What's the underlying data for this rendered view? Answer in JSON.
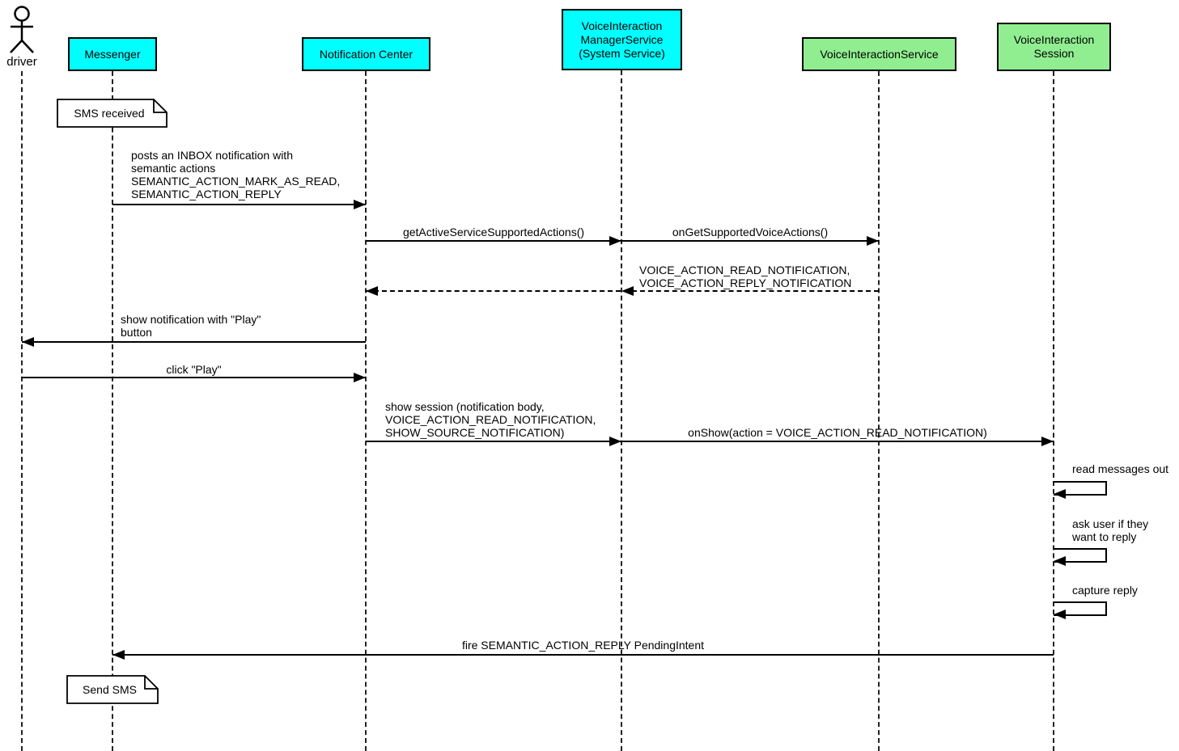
{
  "diagram_type": "uml-sequence-diagram",
  "actor": {
    "label": "driver"
  },
  "participants": [
    {
      "id": "messenger",
      "label": "Messenger",
      "color": "#00FFFF"
    },
    {
      "id": "notification-center",
      "label": "Notification Center",
      "color": "#00FFFF"
    },
    {
      "id": "voice-interaction-manager-service",
      "label": "VoiceInteraction\nManagerService\n(System Service)",
      "color": "#00FFFF"
    },
    {
      "id": "voice-interaction-service",
      "label": "VoiceInteractionService",
      "color": "#90EE90"
    },
    {
      "id": "voice-interaction-session",
      "label": "VoiceInteraction\nSession",
      "color": "#90EE90"
    }
  ],
  "notes": [
    {
      "attached_to": "Messenger",
      "text": "SMS received"
    },
    {
      "attached_to": "Messenger",
      "text": "Send SMS"
    }
  ],
  "messages": [
    {
      "from": "Messenger",
      "to": "Notification Center",
      "line": "solid",
      "text": "posts an INBOX notification with\nsemantic actions\nSEMANTIC_ACTION_MARK_AS_READ,\nSEMANTIC_ACTION_REPLY"
    },
    {
      "from": "Notification Center",
      "to": "VoiceInteractionManagerService",
      "line": "solid",
      "text": "getActiveServiceSupportedActions()"
    },
    {
      "from": "VoiceInteractionManagerService",
      "to": "VoiceInteractionService",
      "line": "solid",
      "text": "onGetSupportedVoiceActions()"
    },
    {
      "from": "VoiceInteractionService",
      "to": "Notification Center",
      "line": "dashed",
      "text": "VOICE_ACTION_READ_NOTIFICATION,\nVOICE_ACTION_REPLY_NOTIFICATION"
    },
    {
      "from": "Notification Center",
      "to": "driver",
      "line": "solid",
      "text": "show notification with \"Play\"\nbutton"
    },
    {
      "from": "driver",
      "to": "Notification Center",
      "line": "solid",
      "text": "click \"Play\""
    },
    {
      "from": "Notification Center",
      "to": "VoiceInteractionManagerService",
      "line": "solid",
      "text": "show session (notification body,\nVOICE_ACTION_READ_NOTIFICATION,\nSHOW_SOURCE_NOTIFICATION)"
    },
    {
      "from": "VoiceInteractionManagerService",
      "to": "VoiceInteractionSession",
      "line": "solid",
      "text": "onShow(action = VOICE_ACTION_READ_NOTIFICATION)"
    },
    {
      "from": "VoiceInteractionSession",
      "to": "VoiceInteractionSession",
      "line": "solid",
      "self": true,
      "text": "read messages out"
    },
    {
      "from": "VoiceInteractionSession",
      "to": "VoiceInteractionSession",
      "line": "solid",
      "self": true,
      "text": "ask user if they\nwant to reply"
    },
    {
      "from": "VoiceInteractionSession",
      "to": "VoiceInteractionSession",
      "line": "solid",
      "self": true,
      "text": "capture reply"
    },
    {
      "from": "VoiceInteractionSession",
      "to": "Messenger",
      "line": "solid",
      "text": "fire SEMANTIC_ACTION_REPLY PendingIntent"
    }
  ],
  "colors": {
    "participant_cyan": "#00FFFF",
    "participant_green": "#90EE90",
    "line": "#000000",
    "note_background": "#FFFFFF",
    "background": "#FFFFFF"
  }
}
